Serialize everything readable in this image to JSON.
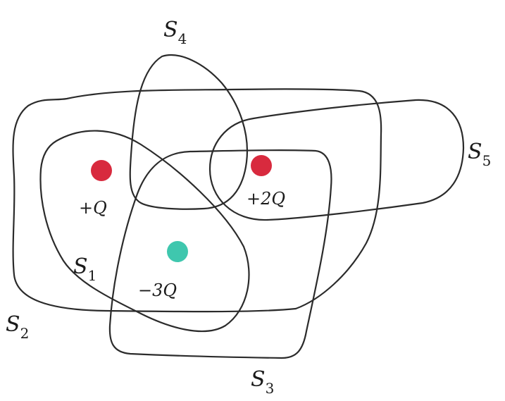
{
  "surfaces": {
    "s1": {
      "letter": "S",
      "sub": "1"
    },
    "s2": {
      "letter": "S",
      "sub": "2"
    },
    "s3": {
      "letter": "S",
      "sub": "3"
    },
    "s4": {
      "letter": "S",
      "sub": "4"
    },
    "s5": {
      "letter": "S",
      "sub": "5"
    }
  },
  "charges": {
    "plus_q": {
      "label": "+Q",
      "color": "#d82a3e"
    },
    "minus_3q": {
      "label": "−3Q",
      "color": "#3fc7ae"
    },
    "plus_2q": {
      "label": "+2Q",
      "color": "#d82a3e"
    }
  },
  "colors": {
    "stroke": "#2b2b2b",
    "background": "#ffffff"
  }
}
